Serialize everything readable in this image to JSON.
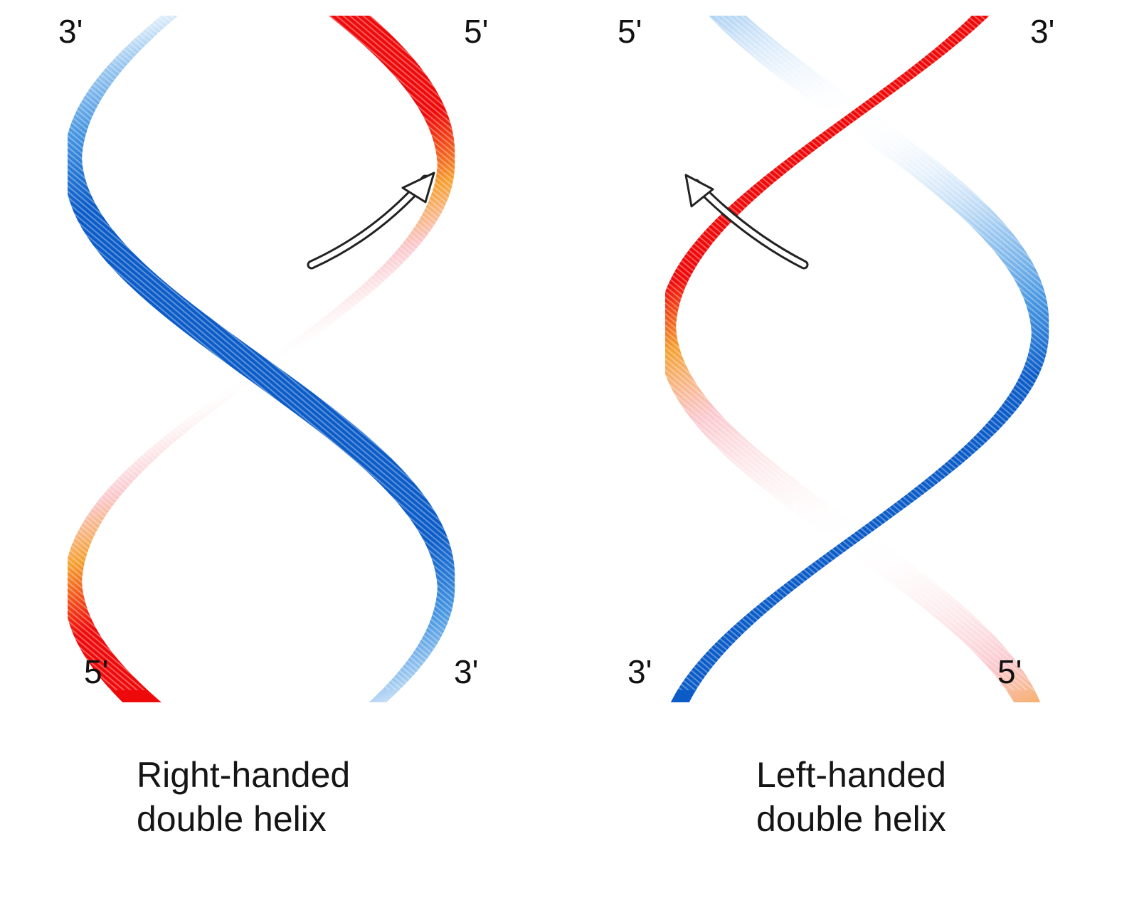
{
  "colors": {
    "strand_red": "#ee0a0a",
    "strand_orange": "#f5a030",
    "strand_blue": "#0c5cc8",
    "strand_light_blue": "#9cc8f0",
    "label": "#111111",
    "background": "#ffffff"
  },
  "helices": [
    {
      "handedness": "right",
      "caption_line1": "Right-handed",
      "caption_line2": "double helix",
      "labels": {
        "top_left": "3'",
        "top_right": "5'",
        "bottom_left": "5'",
        "bottom_right": "3'"
      },
      "arrow_icon": "curved-arrow-up-right"
    },
    {
      "handedness": "left",
      "caption_line1": "Left-handed",
      "caption_line2": "double helix",
      "labels": {
        "top_left": "5'",
        "top_right": "3'",
        "bottom_left": "3'",
        "bottom_right": "5'"
      },
      "arrow_icon": "curved-arrow-up-left"
    }
  ]
}
